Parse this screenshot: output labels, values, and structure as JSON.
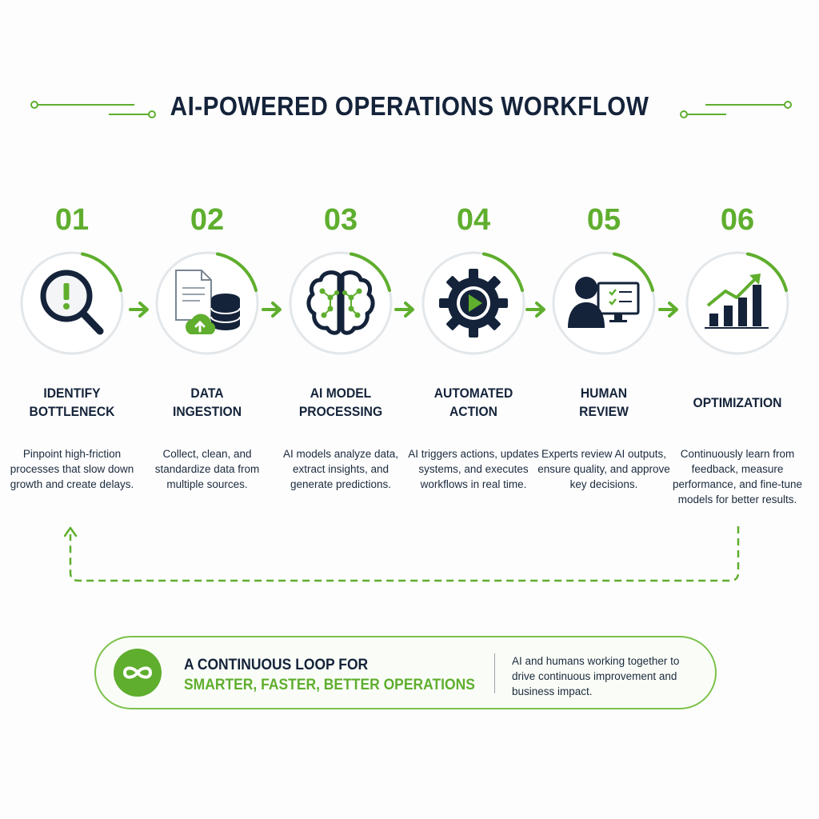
{
  "title": "AI-POWERED OPERATIONS WORKFLOW",
  "colors": {
    "accent": "#5fae2e",
    "dark": "#14233a",
    "ring": "#7cc14a"
  },
  "steps": [
    {
      "number": "01",
      "heading_l1": "IDENTIFY",
      "heading_l2": "BOTTLENECK",
      "icon": "magnifier-alert-icon",
      "desc": "Pinpoint high-friction processes that slow down growth and create delays."
    },
    {
      "number": "02",
      "heading_l1": "DATA",
      "heading_l2": "INGESTION",
      "icon": "document-database-upload-icon",
      "desc": "Collect, clean, and standardize data from multiple sources."
    },
    {
      "number": "03",
      "heading_l1": "AI MODEL",
      "heading_l2": "PROCESSING",
      "icon": "brain-circuit-icon",
      "desc": "AI models analyze data, extract insights, and generate predictions."
    },
    {
      "number": "04",
      "heading_l1": "AUTOMATED",
      "heading_l2": "ACTION",
      "icon": "gear-play-icon",
      "desc": "AI triggers actions, updates systems, and executes workflows in real time."
    },
    {
      "number": "05",
      "heading_l1": "HUMAN",
      "heading_l2": "REVIEW",
      "icon": "person-monitor-checklist-icon",
      "desc": "Experts review AI outputs, ensure quality, and approve key decisions."
    },
    {
      "number": "06",
      "heading_l1": "OPTIMIZATION",
      "heading_l2": "",
      "icon": "bar-chart-trend-icon",
      "desc": "Continuously learn from feedback, measure performance, and fine-tune models for better results."
    }
  ],
  "banner": {
    "line1": "A CONTINUOUS LOOP FOR",
    "line2": "SMARTER, FASTER, BETTER OPERATIONS",
    "text": "AI and humans working together to drive continuous improvement and business impact.",
    "icon": "infinity-icon"
  }
}
